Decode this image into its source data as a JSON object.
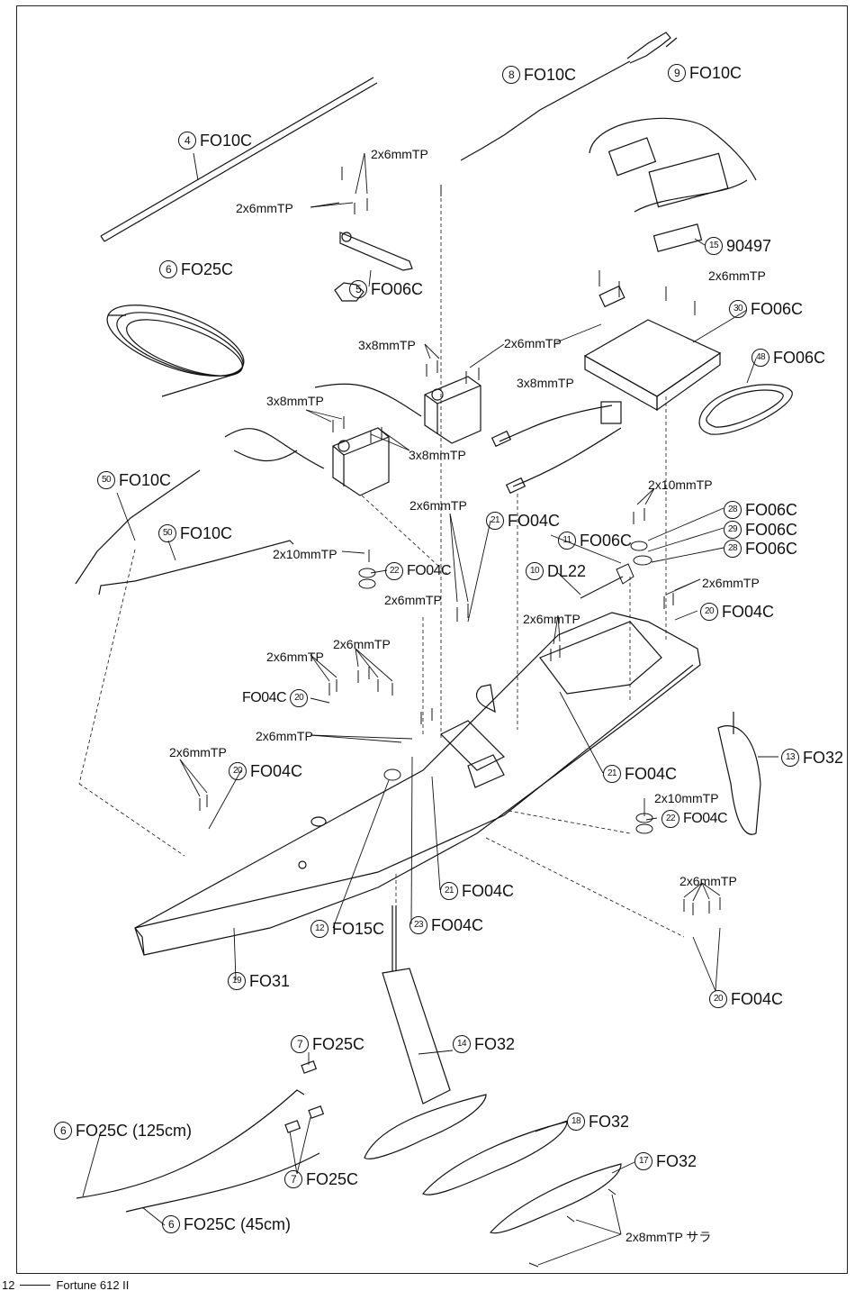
{
  "footer": {
    "page_number": "12",
    "title": "Fortune 612 II"
  },
  "parts": [
    {
      "num": "8",
      "code": "FO10C"
    },
    {
      "num": "9",
      "code": "FO10C"
    },
    {
      "num": "4",
      "code": "FO10C"
    },
    {
      "num": "6",
      "code": "FO25C"
    },
    {
      "num": "5",
      "code": "FO06C"
    },
    {
      "num": "15",
      "code": "90497"
    },
    {
      "num": "30",
      "code": "FO06C"
    },
    {
      "num": "48",
      "code": "FO06C"
    },
    {
      "num": "50",
      "code": "FO10C"
    },
    {
      "num": "50",
      "code": "FO10C"
    },
    {
      "num": "21",
      "code": "FO04C"
    },
    {
      "num": "11",
      "code": "FO06C"
    },
    {
      "num": "10",
      "code": "DL22"
    },
    {
      "num": "22",
      "code": "FO04C"
    },
    {
      "num": "28",
      "code": "FO06C"
    },
    {
      "num": "29",
      "code": "FO06C"
    },
    {
      "num": "28",
      "code": "FO06C"
    },
    {
      "num": "20",
      "code": "FO04C"
    },
    {
      "num": "20",
      "code": "FO04C"
    },
    {
      "num": "20",
      "code": "FO04C"
    },
    {
      "num": "21",
      "code": "FO04C"
    },
    {
      "num": "13",
      "code": "FO32"
    },
    {
      "num": "22",
      "code": "FO04C"
    },
    {
      "num": "21",
      "code": "FO04C"
    },
    {
      "num": "12",
      "code": "FO15C"
    },
    {
      "num": "23",
      "code": "FO04C"
    },
    {
      "num": "19",
      "code": "FO31"
    },
    {
      "num": "20",
      "code": "FO04C"
    },
    {
      "num": "7",
      "code": "FO25C"
    },
    {
      "num": "14",
      "code": "FO32"
    },
    {
      "num": "6",
      "code": "FO25C (125cm)"
    },
    {
      "num": "18",
      "code": "FO32"
    },
    {
      "num": "17",
      "code": "FO32"
    },
    {
      "num": "7",
      "code": "FO25C"
    },
    {
      "num": "6",
      "code": "FO25C (45cm)"
    }
  ],
  "screws": [
    "2x6mmTP",
    "2x6mmTP",
    "2x6mmTP",
    "3x8mmTP",
    "2x6mmTP",
    "3x8mmTP",
    "3x8mmTP",
    "3x8mmTP",
    "2x10mmTP",
    "2x6mmTP",
    "2x10mmTP",
    "2x6mmTP",
    "2x6mmTP",
    "2x6mmTP",
    "2x6mmTP",
    "2x6mmTP",
    "2x6mmTP",
    "2x6mmTP",
    "2x10mmTP",
    "2x6mmTP",
    "2x8mmTP サラ"
  ],
  "inline_label": {
    "code": "FO04C",
    "num": "20"
  }
}
